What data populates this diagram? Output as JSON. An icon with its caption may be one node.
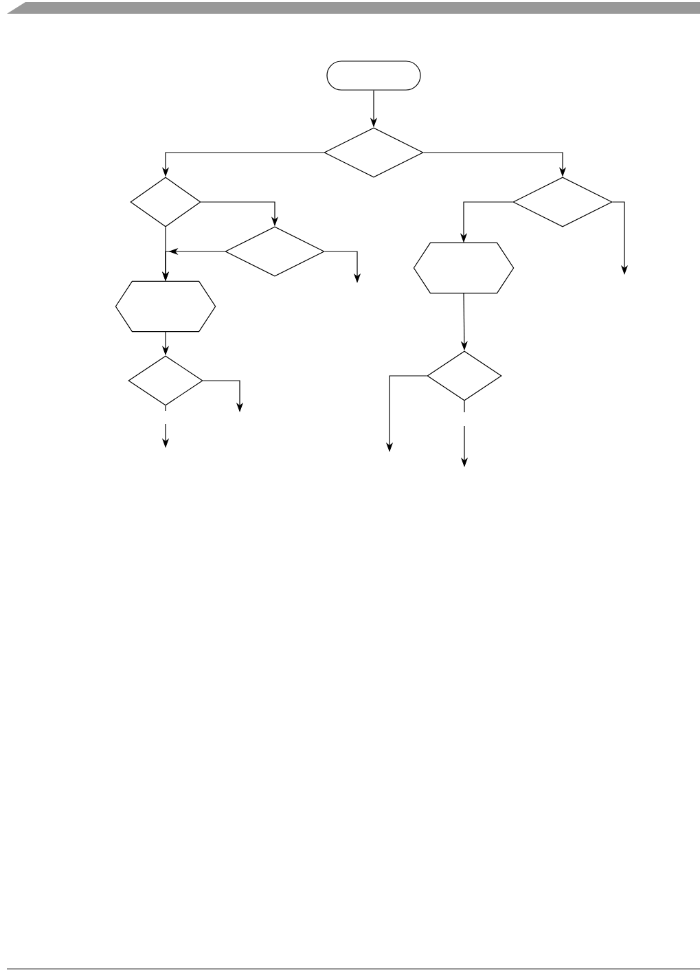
{
  "diagram": {
    "nodes": [
      {
        "text": [],
        "shape": "box"
      },
      {
        "text": [],
        "shape": "diamond"
      },
      {
        "text": [],
        "shape": "diamond"
      },
      {
        "text": [],
        "shape": "diamond"
      },
      {
        "text": [],
        "shape": "hexagon"
      },
      {
        "text": [],
        "shape": "diamond"
      },
      {
        "text": [],
        "shape": "diamond"
      },
      {
        "text": [],
        "shape": "hexagon"
      },
      {
        "text": [],
        "shape": "diamond"
      }
    ],
    "edges": [
      {
        "from": 0,
        "to": 1,
        "arrow": "to"
      },
      {
        "from": 1,
        "to": 2,
        "arrow": "to"
      },
      {
        "from": 1,
        "to": 6,
        "arrow": "to"
      },
      {
        "from": 2,
        "to": 3,
        "arrow": "to"
      },
      {
        "from": 2,
        "to": 4,
        "arrow": "to"
      },
      {
        "from": 3,
        "to": 4,
        "arrow": "to"
      },
      {
        "from": 3,
        "to": null,
        "arrow": "to"
      },
      {
        "from": 4,
        "to": 5,
        "arrow": "to"
      },
      {
        "from": 5,
        "to": null,
        "arrow": "to"
      },
      {
        "from": 5,
        "to": null,
        "arrow": "to"
      },
      {
        "from": 6,
        "to": 7,
        "arrow": "to"
      },
      {
        "from": 6,
        "to": null,
        "arrow": "to"
      },
      {
        "from": 7,
        "to": 8,
        "arrow": "to"
      },
      {
        "from": 8,
        "to": null,
        "arrow": "to"
      },
      {
        "from": 8,
        "to": null,
        "arrow": "to"
      }
    ]
  }
}
